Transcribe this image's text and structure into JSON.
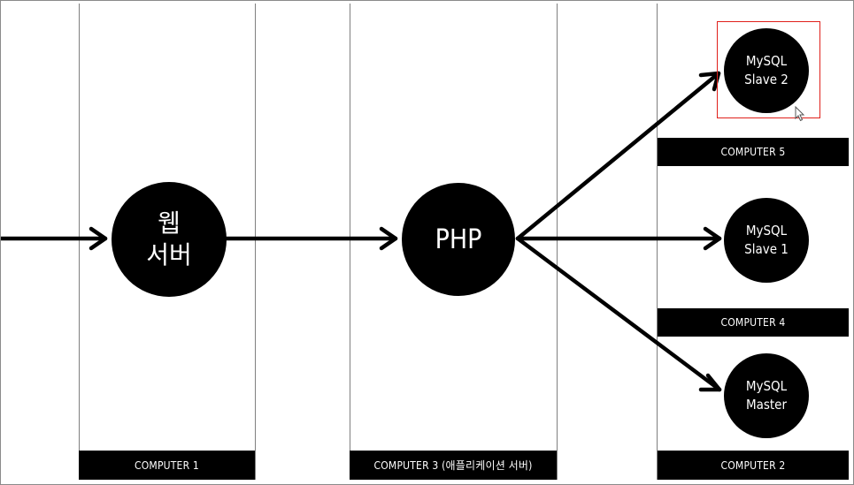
{
  "computers": {
    "c1": "COMPUTER 1",
    "c2": "COMPUTER 2",
    "c3": "COMPUTER 3 (애플리케이션 서버)",
    "c4": "COMPUTER 4",
    "c5": "COMPUTER 5"
  },
  "nodes": {
    "web_line1": "웹",
    "web_line2": "서버",
    "php": "PHP",
    "slave2_line1": "MySQL",
    "slave2_line2": "Slave 2",
    "slave1_line1": "MySQL",
    "slave1_line2": "Slave 1",
    "master_line1": "MySQL",
    "master_line2": "Master"
  },
  "colors": {
    "background": "#ffffff",
    "ink": "#000000",
    "column_border": "#7f7f7f",
    "selection": "#e0201b"
  },
  "selected_node": "slave2",
  "cursor_icon": "mouse-pointer-icon"
}
